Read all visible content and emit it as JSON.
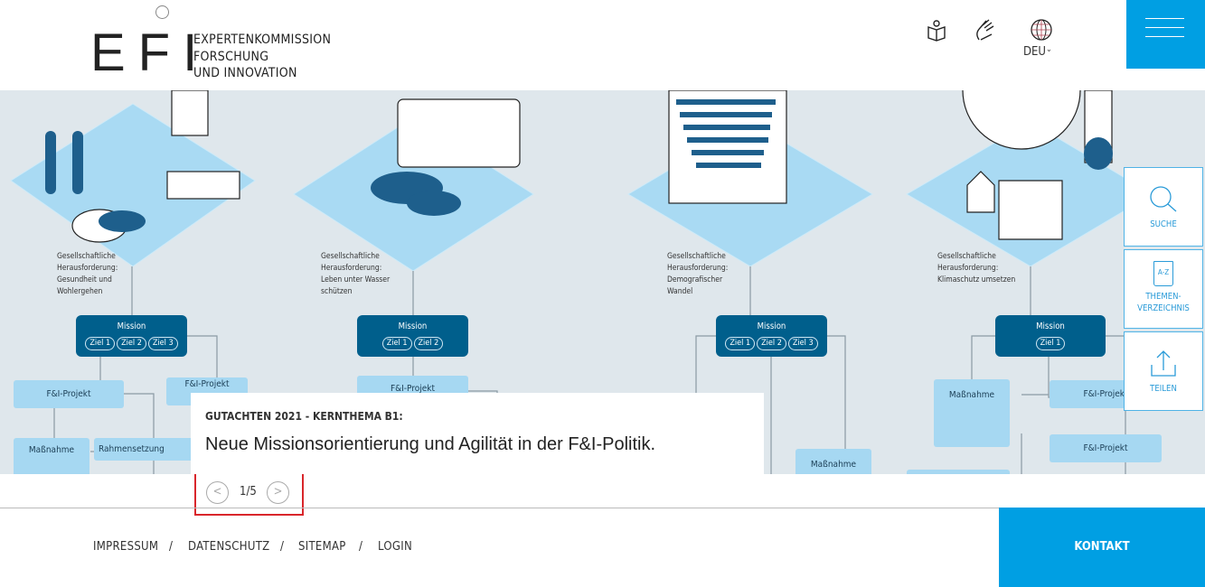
{
  "header": {
    "logo_mark": "EFI",
    "logo_lines": [
      "EXPERTENKOMMISSION",
      "FORSCHUNG",
      "UND INNOVATION"
    ],
    "icons": [
      "easy-language-icon",
      "sign-language-icon",
      "globe-icon"
    ],
    "language": "DEU",
    "menu_icon": "hamburger-icon"
  },
  "hero": {
    "columns": [
      {
        "caption": [
          "Gesellschaftliche",
          "Herausforderung:",
          "Gesundheit und",
          "Wohlergehen"
        ],
        "mission": "Mission",
        "ziele": [
          "Ziel 1",
          "Ziel 2",
          "Ziel 3"
        ]
      },
      {
        "caption": [
          "Gesellschaftliche",
          "Herausforderung:",
          "Leben unter Wasser",
          "schützen"
        ],
        "mission": "Mission",
        "ziele": [
          "Ziel 1",
          "Ziel 2"
        ]
      },
      {
        "caption": [
          "Gesellschaftliche",
          "Herausforderung:",
          "Demografischer",
          "Wandel"
        ],
        "mission": "Mission",
        "ziele": [
          "Ziel 1",
          "Ziel 2",
          "Ziel 3"
        ]
      },
      {
        "caption": [
          "Gesellschaftliche",
          "Herausforderung:",
          "Klimaschutz umsetzen"
        ],
        "mission": "Mission",
        "ziele": [
          "Ziel 1"
        ]
      }
    ],
    "boxes": {
      "projekt": "F&I-Projekt",
      "massnahme": "Maßnahme",
      "rahmen": "Rahmensetzung"
    }
  },
  "slide": {
    "kicker": "GUTACHTEN 2021 - KERNTHEMA B1:",
    "title": "Neue Missionsorientierung und Agilität in der F&I-Politik.",
    "counter": "1/5",
    "prev_icon": "arrow-left-icon",
    "next_icon": "arrow-right-icon"
  },
  "tools": [
    {
      "label": "SUCHE",
      "icon": "search-icon"
    },
    {
      "label": "THEMEN-\nVERZEICHNIS",
      "icon_text": "A-Z",
      "icon": "book-icon"
    },
    {
      "label": "TEILEN",
      "icon": "share-icon"
    }
  ],
  "footer": {
    "links": [
      "IMPRESSUM",
      "DATENSCHUTZ",
      "SITEMAP",
      "LOGIN"
    ],
    "separator": "/",
    "contact": "KONTAKT"
  },
  "colors": {
    "brand": "#009fe3",
    "mission": "#005f8c",
    "box": "#a6d8f2",
    "highlight": "#d9262b"
  }
}
